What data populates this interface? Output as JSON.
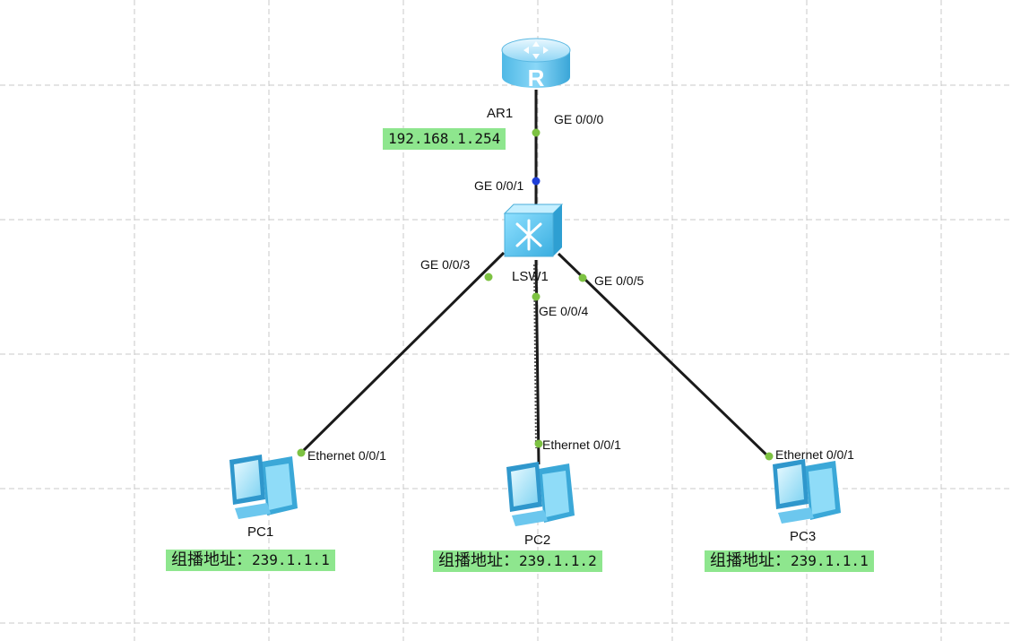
{
  "devices": {
    "router": {
      "name": "AR1",
      "icon": "router-icon",
      "note": "192.168.1.254"
    },
    "switch": {
      "name": "LSW1",
      "icon": "switch-icon"
    },
    "pcs": [
      {
        "name": "PC1",
        "note_prefix": "组播地址：",
        "note_value": "239.1.1.1",
        "port": "Ethernet 0/0/1"
      },
      {
        "name": "PC2",
        "note_prefix": "组播地址：",
        "note_value": "239.1.1.2",
        "port": "Ethernet 0/0/1"
      },
      {
        "name": "PC3",
        "note_prefix": "组播地址：",
        "note_value": "239.1.1.1",
        "port": "Ethernet 0/0/1"
      }
    ]
  },
  "ports": {
    "router_uplink": "GE 0/0/0",
    "switch_uplink": "GE 0/0/1",
    "switch_pc1": "GE 0/0/3",
    "switch_pc2": "GE 0/0/4",
    "switch_pc3": "GE 0/0/5"
  },
  "colors": {
    "note_background": "#8ee68e",
    "port_up": "#7dc242",
    "port_blue": "#1f3fd8",
    "device_blue": "#5fc4ee"
  }
}
